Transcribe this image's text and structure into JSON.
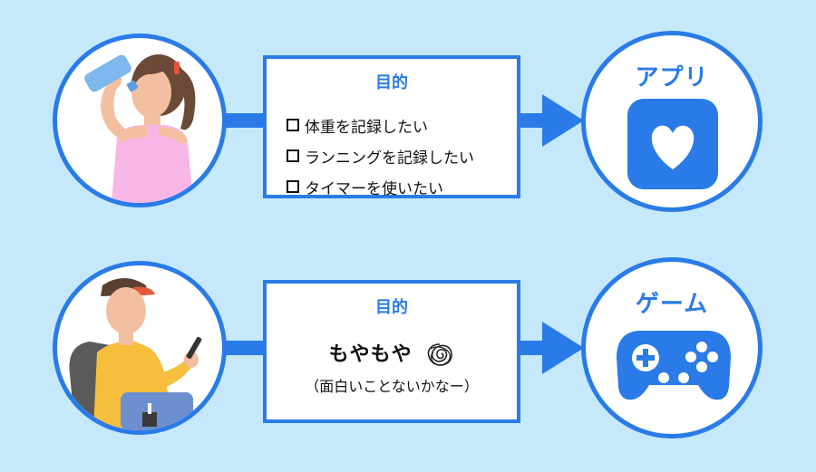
{
  "row1": {
    "purpose_title": "目的",
    "checklist": [
      "体重を記録したい",
      "ランニングを記録したい",
      "タイマーを使いたい"
    ],
    "result_label": "アプリ",
    "result_icon": "heart-app-icon"
  },
  "row2": {
    "purpose_title": "目的",
    "feeling": "もやもや",
    "feeling_note": "（面白いことないかなー）",
    "result_label": "ゲーム",
    "result_icon": "gamepad-icon"
  },
  "colors": {
    "background": "#c5e9fb",
    "accent": "#2a7be8",
    "box_fill": "#ffffff",
    "text": "#111111"
  }
}
